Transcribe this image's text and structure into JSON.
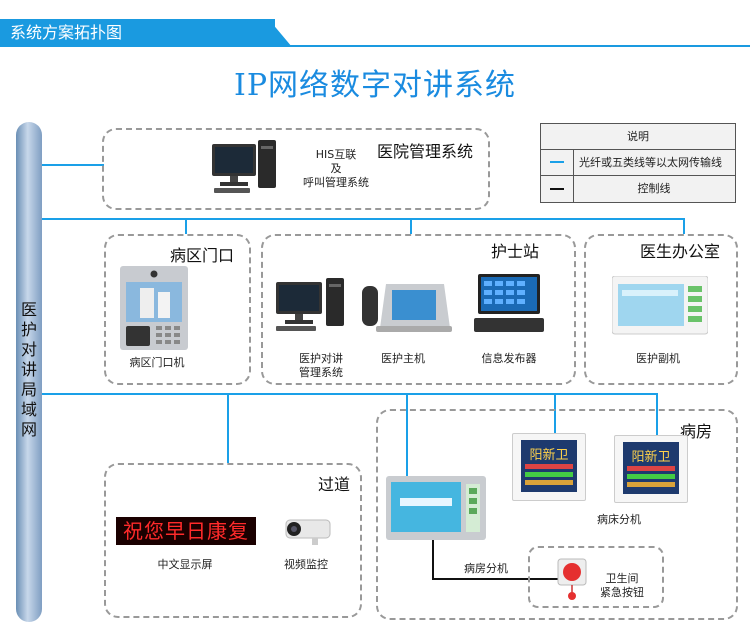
{
  "header": {
    "section_title": "系统方案拓扑图"
  },
  "main_title": "IP网络数字对讲系统",
  "legend": {
    "title": "说明",
    "items": [
      {
        "label": "光纤或五类线等以太网传输线",
        "color": "#1aa0e8"
      },
      {
        "label": "控制线",
        "color": "#111111"
      }
    ]
  },
  "bus": {
    "label_chars": [
      "医",
      "护",
      "对",
      "讲",
      "局",
      "域",
      "网"
    ]
  },
  "groups": {
    "hospital_mgmt": {
      "title": "医院管理系统",
      "device": [
        "HIS互联",
        "及",
        "呼叫管理系统"
      ]
    },
    "ward_door": {
      "title": "病区门口",
      "device": "病区门口机"
    },
    "nurse_station": {
      "title": "护士站",
      "devices": {
        "mgmt": [
          "医护对讲",
          "管理系统"
        ],
        "host": "医护主机",
        "publisher": "信息发布器"
      }
    },
    "doctor_office": {
      "title": "医生办公室",
      "device": "医护副机"
    },
    "corridor": {
      "title": "过道",
      "led_text": "祝您早日康复",
      "devices": {
        "display": "中文显示屏",
        "camera": "视频监控"
      }
    },
    "ward_room": {
      "title": "病房",
      "bed_screen_text": "阳新卫",
      "devices": {
        "bed": "病床分机",
        "room": "病房分机"
      },
      "toilet": [
        "卫生间",
        "紧急按钮"
      ]
    }
  }
}
